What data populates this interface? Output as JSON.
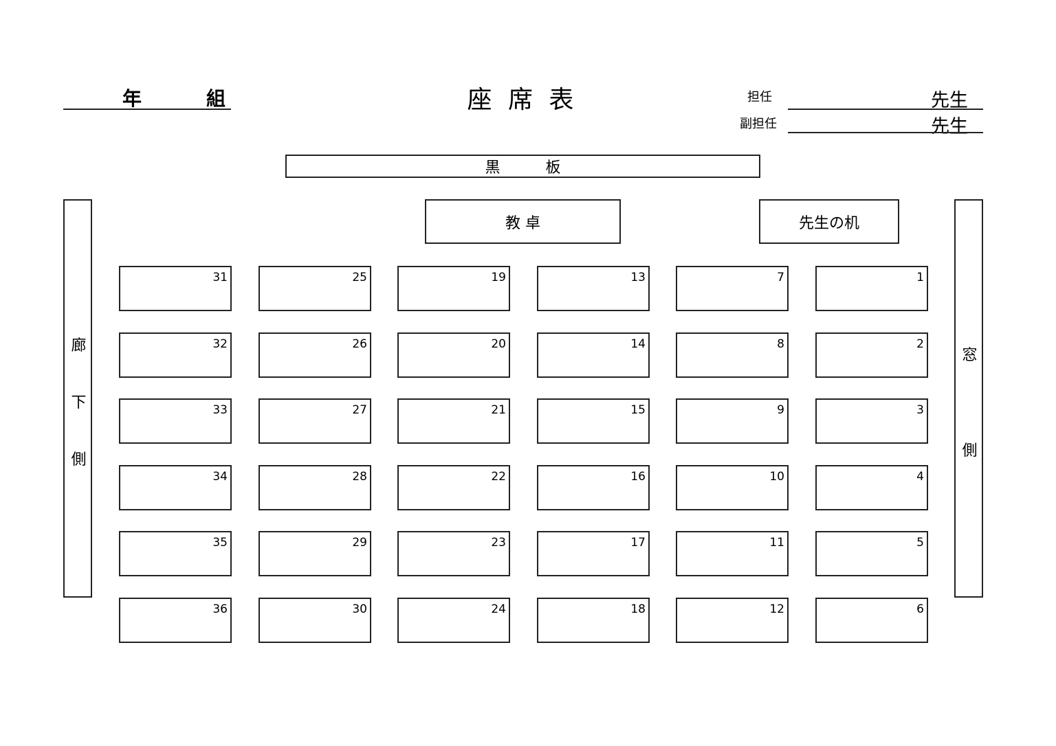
{
  "header": {
    "year_label": "年",
    "class_label": "組",
    "title": "座 席 表",
    "homeroom_label": "担任",
    "homeroom_suffix": "先生",
    "assistant_label": "副担任",
    "assistant_suffix": "先生"
  },
  "room": {
    "blackboard": "黒　　　板",
    "lectern": "教 卓",
    "teacher_desk": "先生の机",
    "corridor_side": [
      "廊",
      "下",
      "側"
    ],
    "window_side": [
      "窓",
      "側"
    ]
  },
  "seats": [
    [
      31,
      25,
      19,
      13,
      7,
      1
    ],
    [
      32,
      26,
      20,
      14,
      8,
      2
    ],
    [
      33,
      27,
      21,
      15,
      9,
      3
    ],
    [
      34,
      28,
      22,
      16,
      10,
      4
    ],
    [
      35,
      29,
      23,
      17,
      11,
      5
    ],
    [
      36,
      30,
      24,
      18,
      12,
      6
    ]
  ]
}
